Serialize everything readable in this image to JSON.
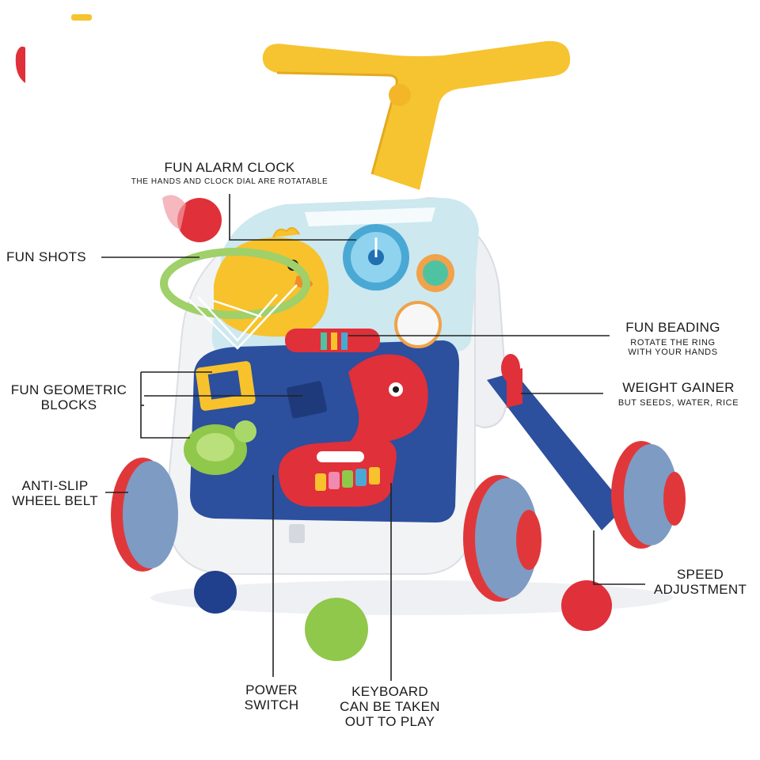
{
  "labels": {
    "alarm_clock": {
      "title": "FUN ALARM CLOCK",
      "note": "THE HANDS AND CLOCK DIAL ARE ROTATABLE"
    },
    "fun_shots": {
      "title": "FUN SHOTS"
    },
    "geometric_blocks": {
      "line1": "FUN GEOMETRIC",
      "line2": "BLOCKS"
    },
    "anti_slip": {
      "line1": "ANTI-SLIP",
      "line2": "WHEEL BELT"
    },
    "fun_beading": {
      "title": "FUN BEADING",
      "note1": "ROTATE THE RING",
      "note2": "WITH YOUR HANDS"
    },
    "weight_gainer": {
      "title": "WEIGHT GAINER",
      "note": "BUT SEEDS, WATER, RICE"
    },
    "speed": {
      "line1": "SPEED",
      "line2": "ADJUSTMENT"
    },
    "power": {
      "line1": "POWER",
      "line2": "SWITCH"
    },
    "keyboard": {
      "line1": "KEYBOARD",
      "line2": "CAN BE TAKEN",
      "line3": "OUT TO PLAY"
    }
  },
  "colors": {
    "handle": "#f6c431",
    "panel": "#2c4f9e",
    "top_panel": "#cde8ef",
    "body": "#f2f3f5",
    "wheel": "#7e9bc4",
    "wheel_rim": "#e0383a",
    "red": "#e0303a",
    "green": "#8fc84a",
    "navy": "#203f8c"
  },
  "illustration": "baby-walker-icon"
}
